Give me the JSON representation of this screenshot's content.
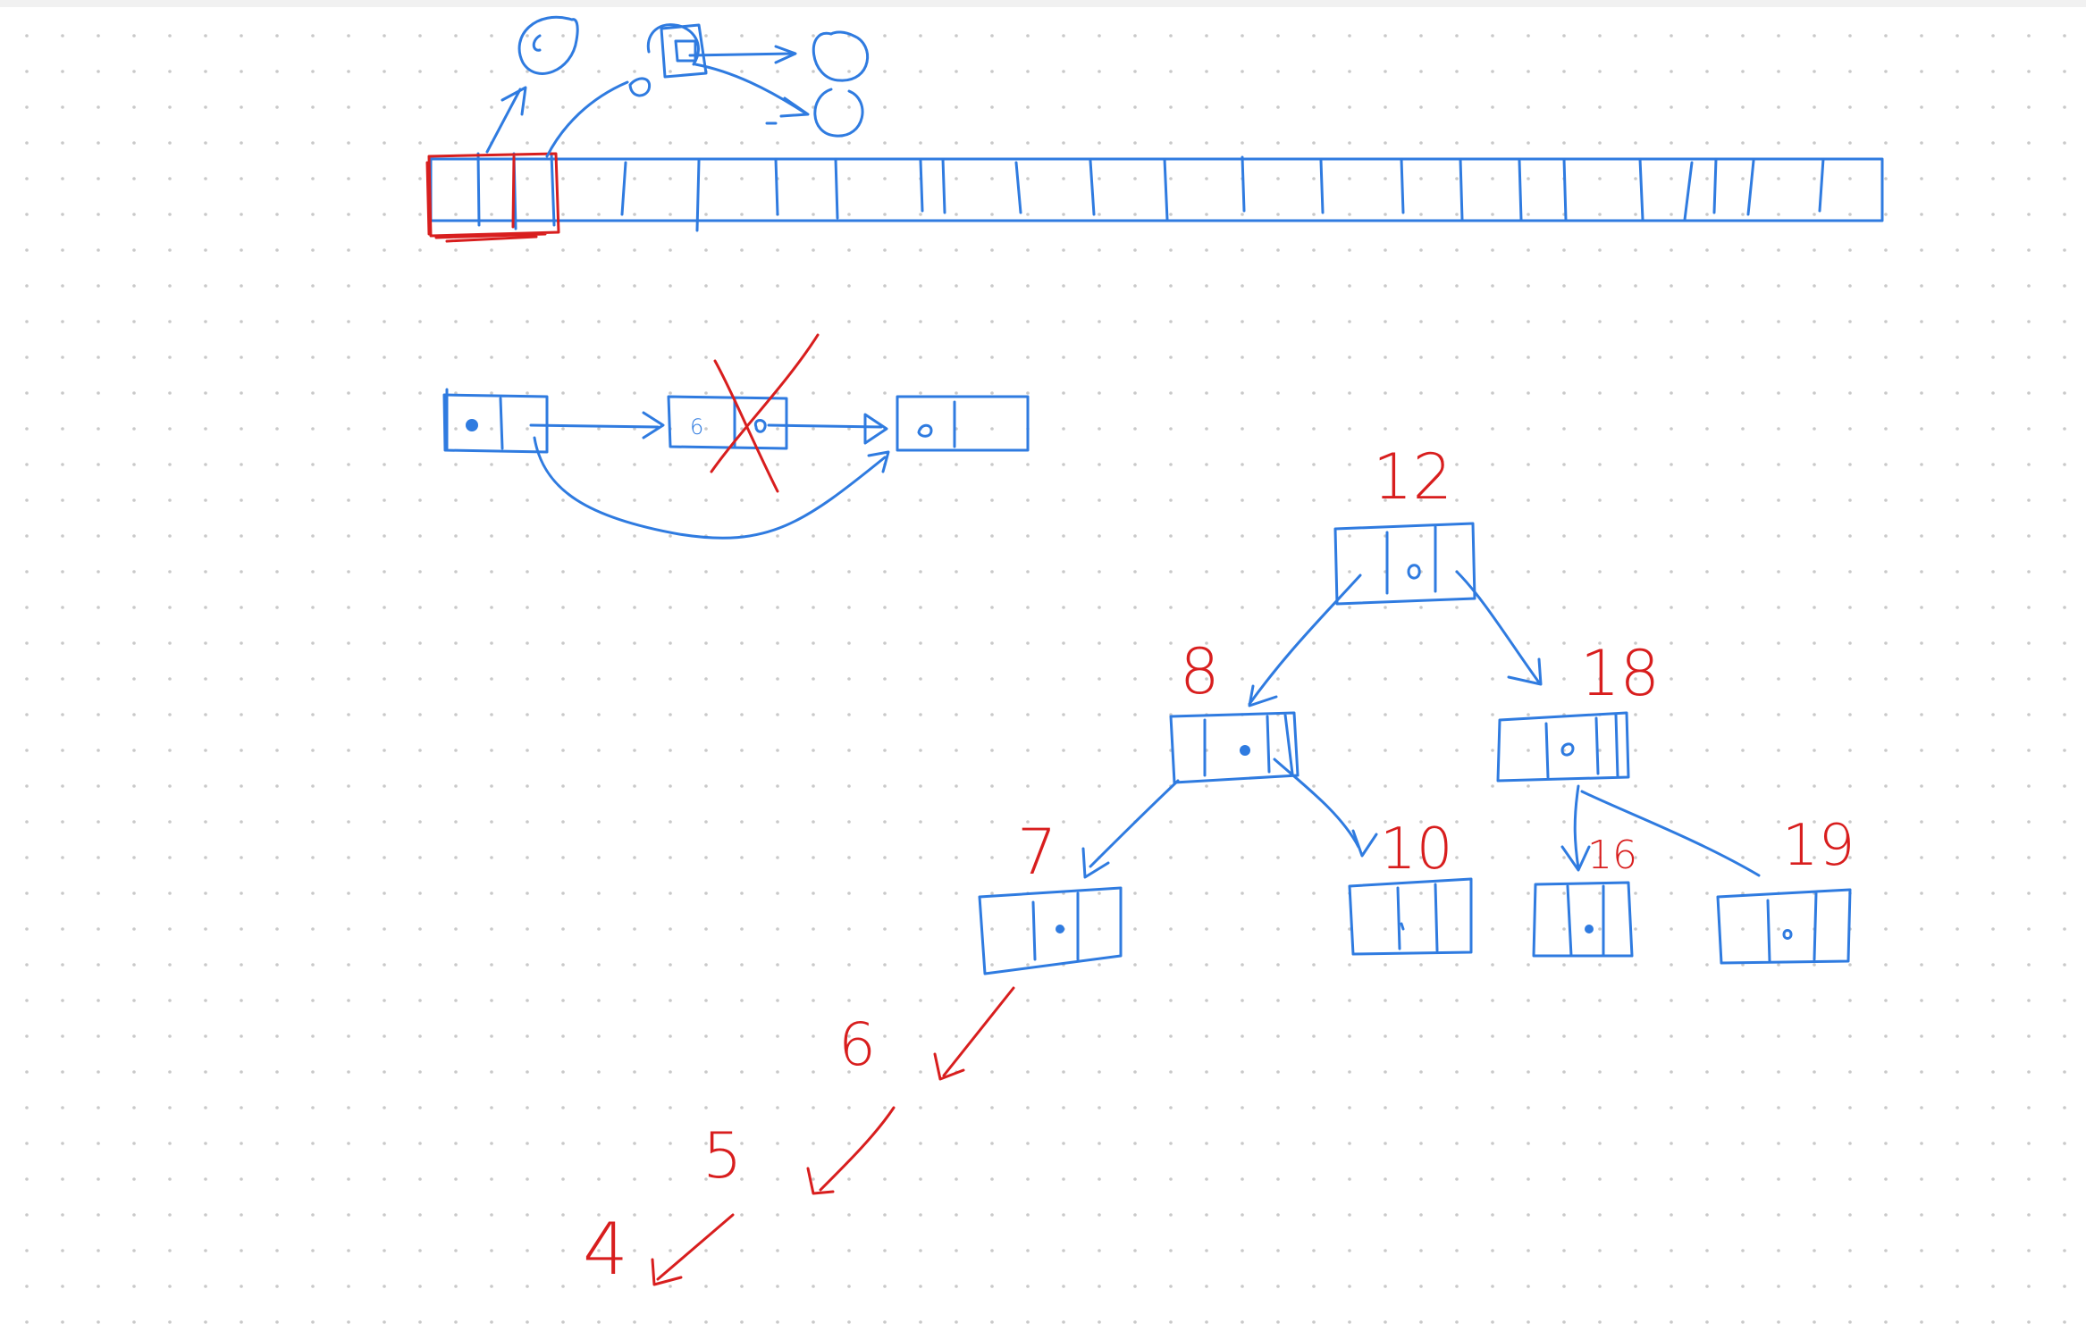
{
  "colors": {
    "ink_blue": "#2f7be0",
    "ink_red": "#d81e1e",
    "grid_dot": "#c9c9c9"
  },
  "tree": {
    "root": "12",
    "level1": [
      "8",
      "18"
    ],
    "level2": [
      "7",
      "10",
      "16",
      "19"
    ],
    "chain": [
      "6",
      "5",
      "4"
    ]
  },
  "linked_list": {
    "removed_node_value": "6"
  }
}
